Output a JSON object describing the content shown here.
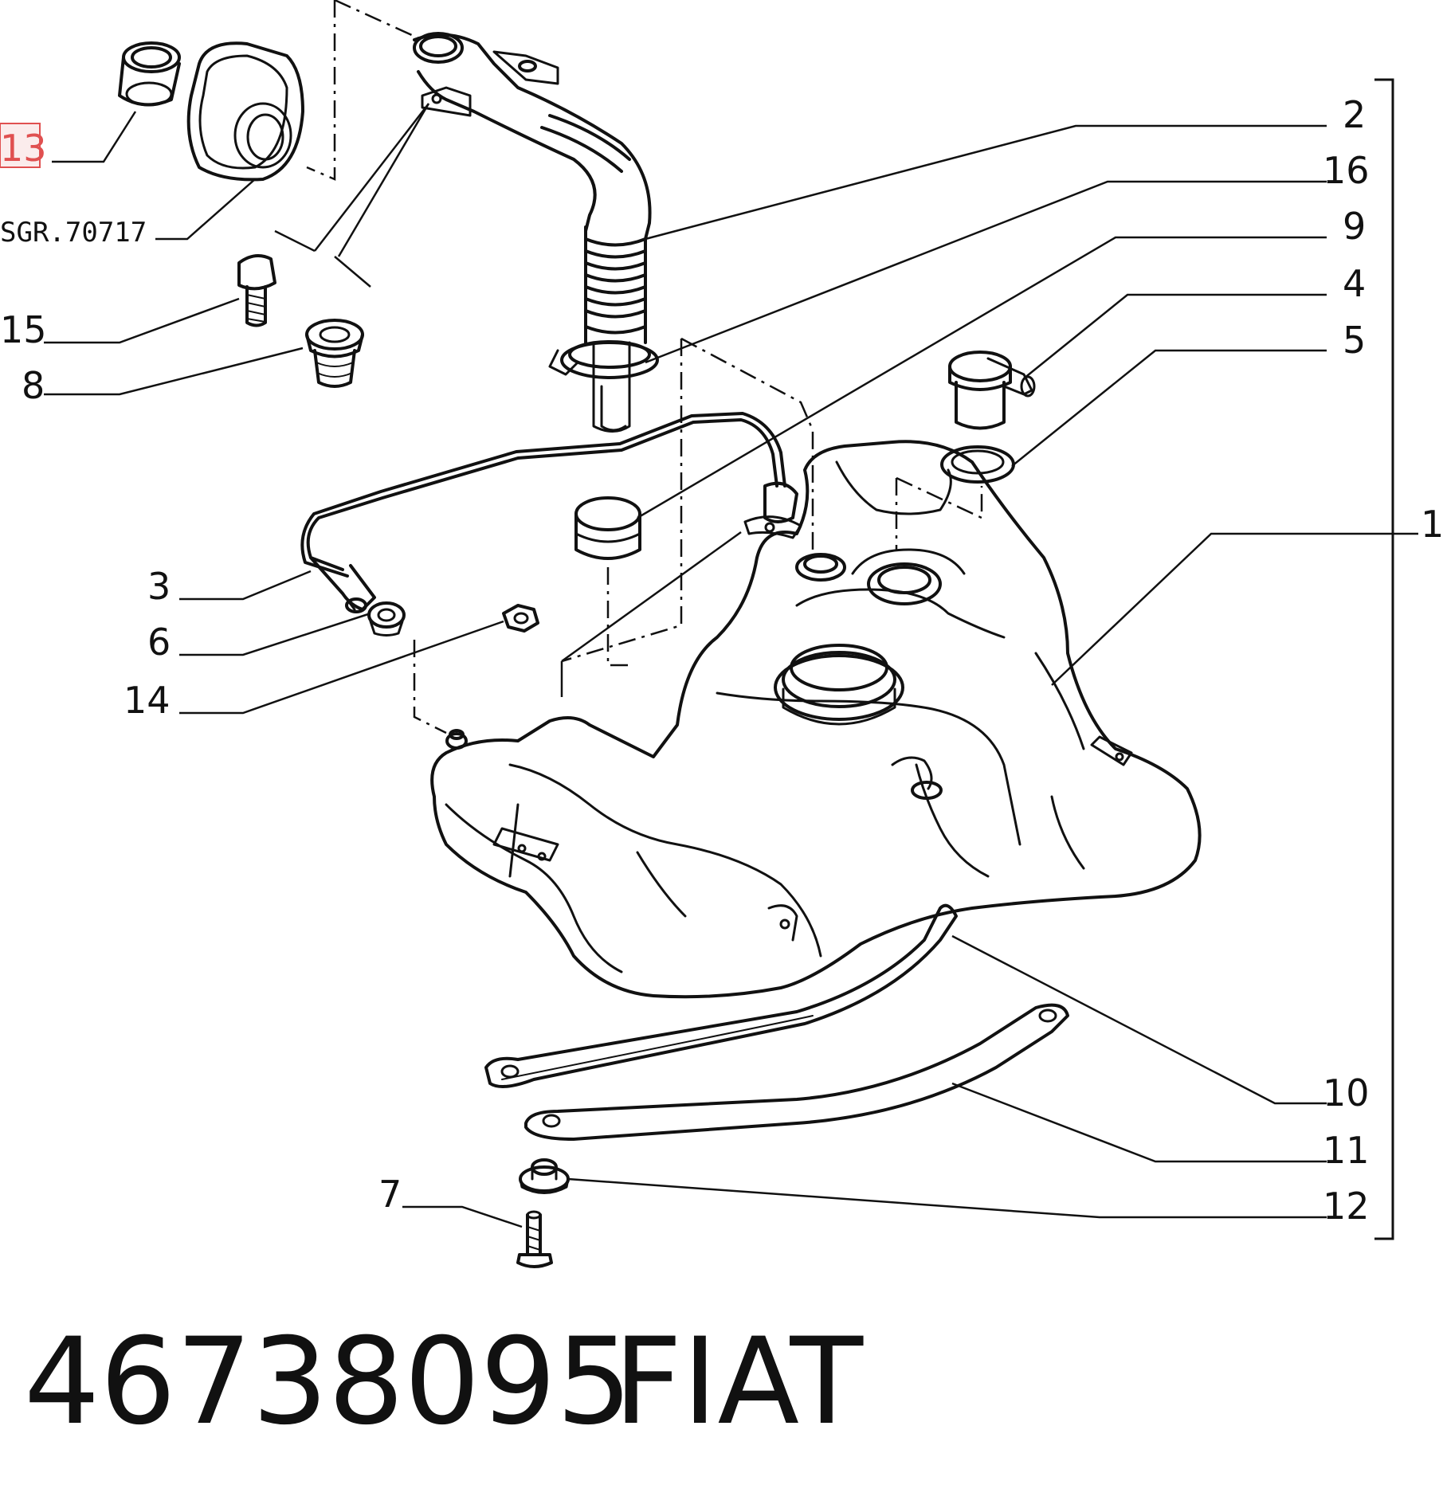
{
  "diagram": {
    "callouts": {
      "c13": "13",
      "sgr": "SGR.70717",
      "c15": "15",
      "c8": "8",
      "c3": "3",
      "c6": "6",
      "c14": "14",
      "c7": "7",
      "c2": "2",
      "c16": "16",
      "c9": "9",
      "c4": "4",
      "c5": "5",
      "c1": "1",
      "c10": "10",
      "c11": "11",
      "c12": "12"
    },
    "highlight_color": "#e05050",
    "line_color": "#111111"
  },
  "footer": {
    "part_number": "46738095",
    "brand": "FIAT"
  }
}
